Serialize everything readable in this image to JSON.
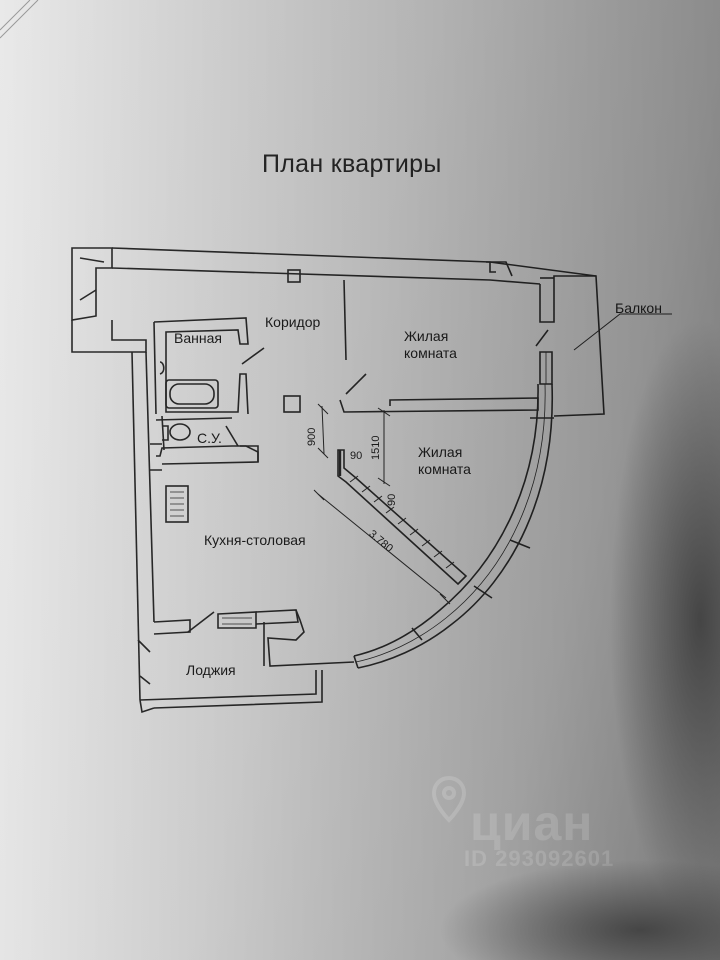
{
  "title": "План квартиры",
  "rooms": {
    "bathroom": "Ванная",
    "corridor": "Коридор",
    "living_room_1": "Жилая\nкомната",
    "balcony": "Балкон",
    "toilet": "С.У.",
    "living_room_2": "Жилая\nкомната",
    "kitchen": "Кухня-столовая",
    "loggia": "Лоджия"
  },
  "dimensions": {
    "d900": "900",
    "d90_top": "90",
    "d1510": "1510",
    "d90_diag": "90",
    "d3780": "3.780"
  },
  "watermark": {
    "brand": "циан",
    "id": "ID 293092601"
  },
  "colors": {
    "paper": "#e6e6e6",
    "line": "#2b2b2b"
  }
}
